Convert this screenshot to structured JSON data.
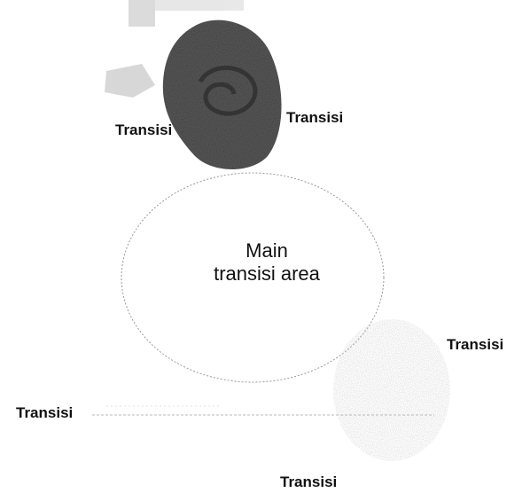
{
  "labels": {
    "top_left": "Transisi",
    "top_right": "Transisi",
    "right": "Transisi",
    "left": "Transisi",
    "bottom": "Transisi"
  },
  "main_area": {
    "line1": "Main",
    "line2": "transisi area"
  }
}
